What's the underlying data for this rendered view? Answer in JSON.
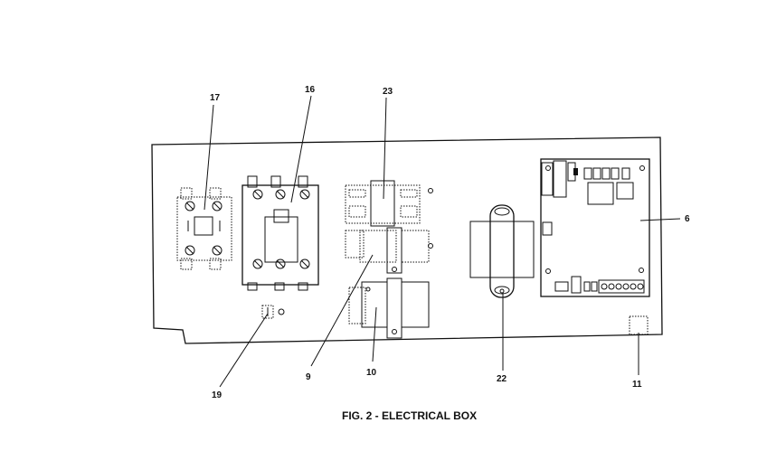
{
  "figure": {
    "caption": "FIG. 2 - ELECTRICAL BOX"
  },
  "callouts": {
    "c17": "17",
    "c16": "16",
    "c23": "23",
    "c6": "6",
    "c19": "19",
    "c9": "9",
    "c10": "10",
    "c22": "22",
    "c11": "11"
  }
}
